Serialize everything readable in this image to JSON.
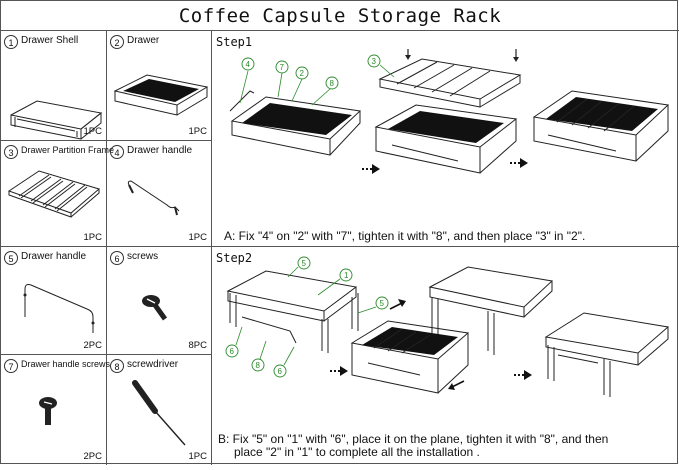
{
  "title": "Coffee Capsule Storage Rack",
  "parts": [
    {
      "number": "1",
      "name": "Drawer Shell",
      "qty": "1PC"
    },
    {
      "number": "2",
      "name": "Drawer",
      "qty": "1PC"
    },
    {
      "number": "3",
      "name": "Drawer Partition Frame",
      "qty": "1PC"
    },
    {
      "number": "4",
      "name": "Drawer handle",
      "qty": "1PC"
    },
    {
      "number": "5",
      "name": "Drawer handle",
      "qty": "2PC"
    },
    {
      "number": "6",
      "name": "screws",
      "qty": "8PC"
    },
    {
      "number": "7",
      "name": "Drawer handle screws",
      "qty": "2PC"
    },
    {
      "number": "8",
      "name": "screwdriver",
      "qty": "1PC"
    }
  ],
  "step1": {
    "label": "Step1",
    "callouts": [
      "4",
      "7",
      "2",
      "8",
      "3"
    ],
    "caption": "A: Fix \"4\" on \"2\" with \"7\", tighten it with \"8\", and then place \"3\" in \"2\"."
  },
  "step2": {
    "label": "Step2",
    "callouts": [
      "5",
      "1",
      "5",
      "6",
      "8",
      "6"
    ],
    "caption_line1": "B: Fix \"5\" on \"1\" with \"6\", place it on the plane, tighten it with \"8\", and then",
    "caption_line2": "place \"2\" in \"1\" to complete all the installation ."
  }
}
